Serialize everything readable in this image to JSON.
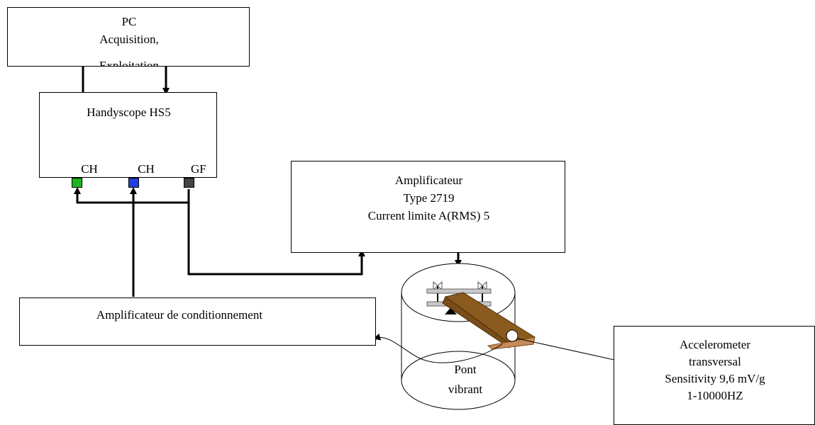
{
  "pc": {
    "line1": "PC",
    "line2": "Acquisition,",
    "line3": "Exploitation"
  },
  "scope": {
    "title": "Handyscope HS5",
    "ch1": "CH",
    "ch2": "CH",
    "gf": "GF"
  },
  "amp": {
    "line1": "Amplificateur",
    "line2": "Type 2719",
    "line3": "Current limite A(RMS) 5"
  },
  "cond": {
    "label": "Amplificateur de conditionnement"
  },
  "shaker": {
    "line1": "Pont",
    "line2": "vibrant"
  },
  "accel": {
    "line1": "Accelerometer",
    "line2": "transversal",
    "line3": "Sensitivity 9,6 mV/g",
    "line4": "1-10000HZ"
  },
  "colors": {
    "ch1": "#1fb51f",
    "ch2": "#1f3fe0",
    "gf": "#444444",
    "beam": "#8b5a1e",
    "beam_tip": "#c88a5a"
  }
}
